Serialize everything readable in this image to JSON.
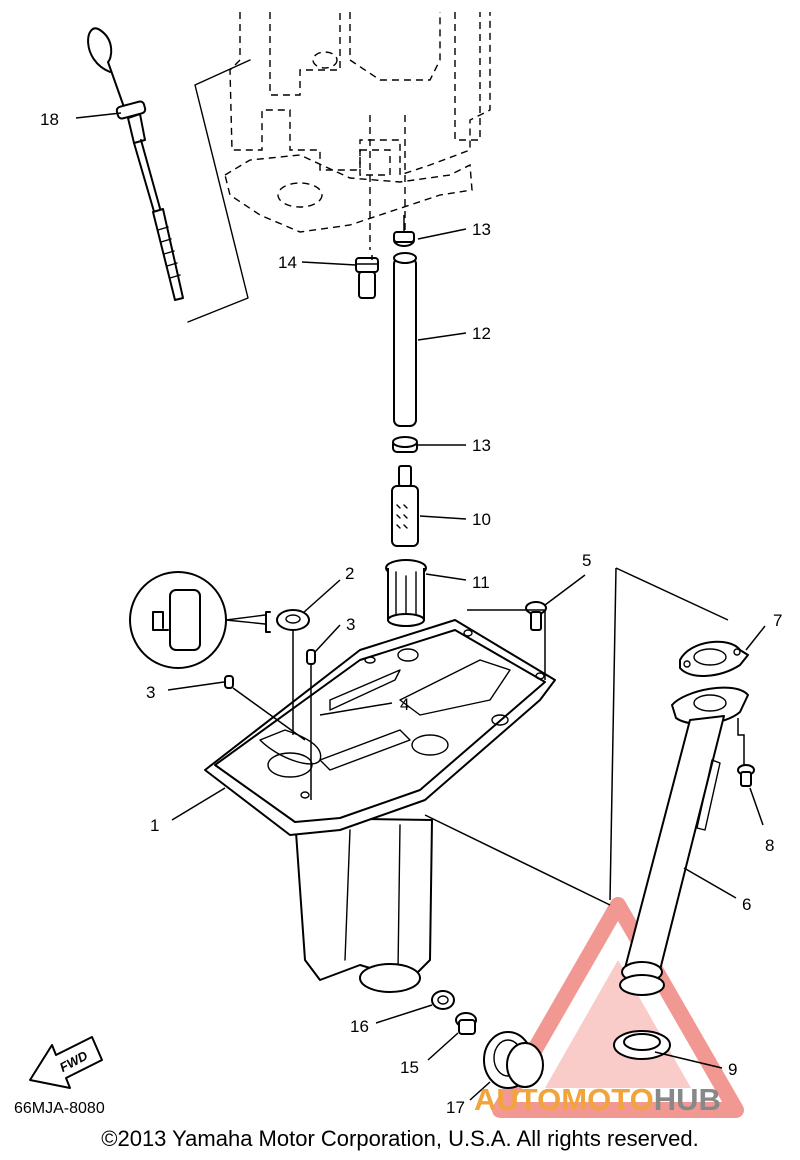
{
  "diagram": {
    "callouts": [
      {
        "id": "1",
        "label": "1"
      },
      {
        "id": "2",
        "label": "2"
      },
      {
        "id": "3a",
        "label": "3"
      },
      {
        "id": "3b",
        "label": "3"
      },
      {
        "id": "4",
        "label": "4"
      },
      {
        "id": "5",
        "label": "5"
      },
      {
        "id": "6",
        "label": "6"
      },
      {
        "id": "7",
        "label": "7"
      },
      {
        "id": "8",
        "label": "8"
      },
      {
        "id": "9",
        "label": "9"
      },
      {
        "id": "10",
        "label": "10"
      },
      {
        "id": "11",
        "label": "11"
      },
      {
        "id": "12",
        "label": "12"
      },
      {
        "id": "13a",
        "label": "13"
      },
      {
        "id": "13b",
        "label": "13"
      },
      {
        "id": "14",
        "label": "14"
      },
      {
        "id": "15",
        "label": "15"
      },
      {
        "id": "16",
        "label": "16"
      },
      {
        "id": "17",
        "label": "17"
      },
      {
        "id": "18",
        "label": "18"
      }
    ],
    "fwd_label": "FWD"
  },
  "footer": {
    "drawing_code": "66MJA-8080",
    "copyright": "©2013 Yamaha Motor Corporation, U.S.A. All rights reserved."
  },
  "watermark": {
    "part1": "AUTO",
    "part2": "MOTO",
    "part3": "HUB",
    "colors": {
      "triangle": "#e8453c",
      "orange": "#f2a33a",
      "gray": "#888888"
    }
  }
}
